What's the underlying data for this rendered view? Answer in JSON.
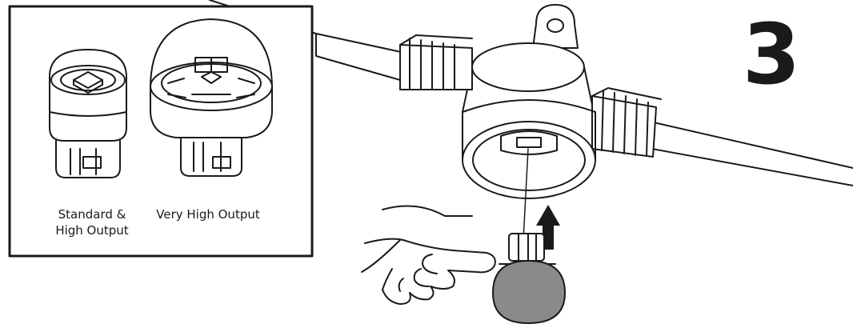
{
  "step_number": "3",
  "inset": {
    "standard_label_line1": "Standard &",
    "standard_label_line2": "High Output",
    "vho_label": "Very High Output"
  },
  "colors": {
    "line": "#1a1a1a",
    "bulb_lens": "#8a8a8a",
    "background": "#ffffff"
  },
  "icons": [
    "standard-bulb-icon",
    "very-high-output-bulb-icon",
    "string-light-socket-icon",
    "hand-icon",
    "up-arrow-icon",
    "bulb-lens-icon"
  ]
}
